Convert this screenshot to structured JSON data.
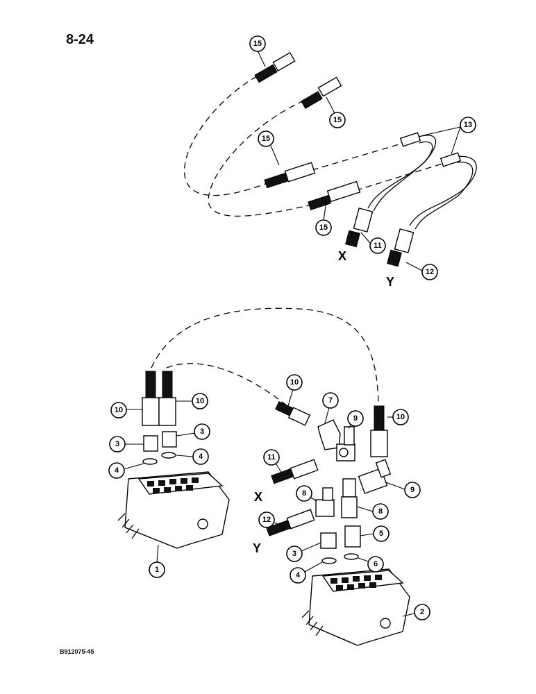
{
  "page_number": "8-24",
  "reference_code": "B912075-45",
  "connection_labels": {
    "x": "X",
    "y": "Y"
  },
  "callouts": [
    "1",
    "2",
    "3",
    "4",
    "5",
    "6",
    "7",
    "8",
    "9",
    "10",
    "11",
    "12",
    "13",
    "15"
  ],
  "parts": [
    {
      "id": "valve-1",
      "callout": "1"
    },
    {
      "id": "valve-2",
      "callout": "2"
    },
    {
      "id": "hose-assembly",
      "callout": "15"
    },
    {
      "id": "tube-assembly",
      "callout": "13"
    }
  ]
}
